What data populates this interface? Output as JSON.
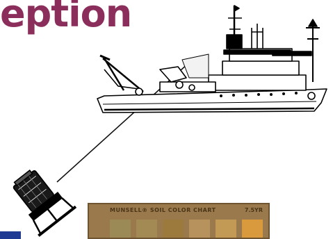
{
  "heading": {
    "text": "eption",
    "color": "#8b2e5c"
  },
  "soil_chart": {
    "label": "MUNSELL® SOIL COLOR CHART",
    "code": "7.5YR",
    "swatches": [
      "#9b8a55",
      "#a38a55",
      "#9c7a3e",
      "#b8925c",
      "#c39a55",
      "#d99a3e"
    ]
  }
}
